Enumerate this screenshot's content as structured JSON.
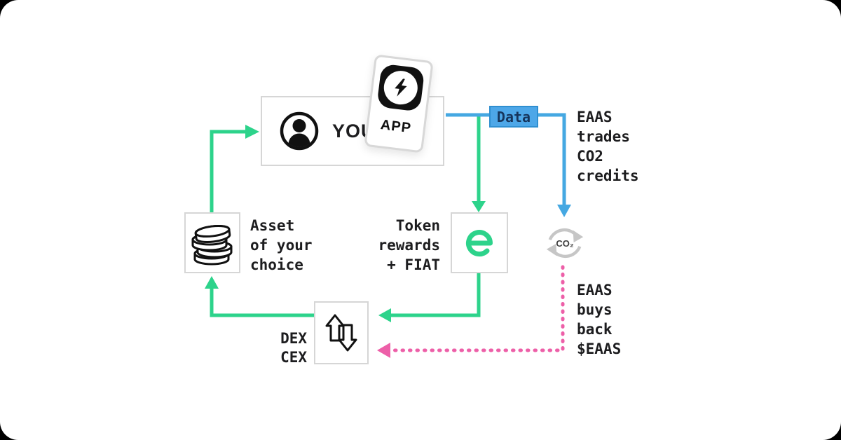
{
  "colors": {
    "green": "#2dd38b",
    "blue": "#45a8e2",
    "pink": "#ed5fa8",
    "box_border": "#d6d6d6",
    "text": "#1d1d1f",
    "data_tag_bg": "#4da7e8",
    "data_tag_text": "#16355c",
    "co2_icon_gray": "#c6c6c6",
    "card_bg": "#ffffff",
    "page_bg": "#000000"
  },
  "nodes": {
    "you": {
      "label": "YOU"
    },
    "app": {
      "label": "APP"
    },
    "data_tag": {
      "label": "Data"
    },
    "co2": {
      "label": "CO₂"
    },
    "token": {
      "lines": [
        "Token",
        "rewards",
        "+ FIAT"
      ]
    },
    "asset": {
      "lines": [
        "Asset",
        "of your",
        "choice"
      ]
    },
    "dex": {
      "lines": [
        "DEX",
        "CEX"
      ]
    },
    "eaas_trades": {
      "lines": [
        "EAAS",
        "trades",
        "CO2",
        "credits"
      ]
    },
    "eaas_buys": {
      "lines": [
        "EAAS",
        "buys",
        "back",
        "$EAAS"
      ]
    }
  },
  "icons": {
    "user": "user-avatar-icon",
    "lightning": "lightning-bolt-icon",
    "eaas_logo": "eaas-e-logo",
    "coins": "coins-stack-icon",
    "swap": "swap-arrows-icon",
    "co2_cycle": "co2-recycle-icon"
  }
}
